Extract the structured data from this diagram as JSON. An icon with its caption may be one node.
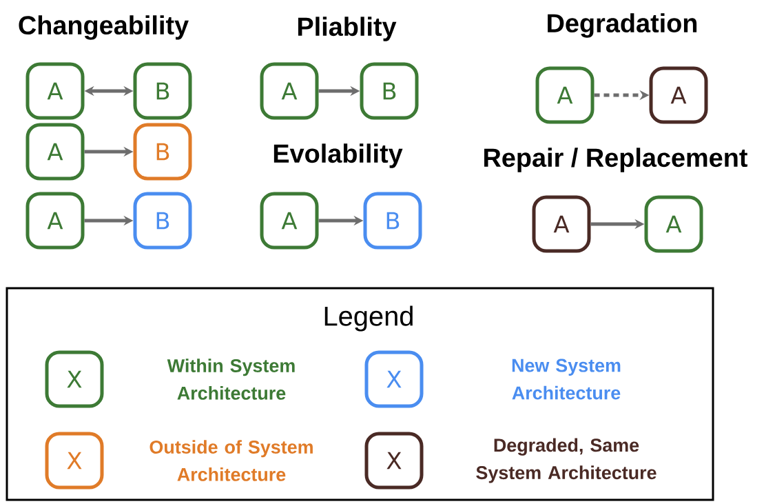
{
  "diagram": {
    "nodes": [
      {
        "text": [
          "A"
        ]
      },
      {
        "text": [
          "B"
        ]
      },
      {
        "text": [
          "A"
        ]
      },
      {
        "text": [
          "B"
        ]
      },
      {
        "text": [
          "A"
        ]
      },
      {
        "text": [
          "B"
        ]
      },
      {
        "text": [
          "A"
        ]
      },
      {
        "text": [
          "B"
        ]
      },
      {
        "text": [
          "A"
        ]
      },
      {
        "text": [
          "B"
        ]
      },
      {
        "text": [
          "A"
        ]
      },
      {
        "text": [
          "A"
        ]
      },
      {
        "text": [
          "A"
        ]
      },
      {
        "text": [
          "A"
        ]
      }
    ],
    "edges": [
      {
        "from": 0,
        "to": 1,
        "arrow": "both"
      },
      {
        "from": 2,
        "to": 3,
        "arrow": "to"
      },
      {
        "from": 4,
        "to": 5,
        "arrow": "to"
      },
      {
        "from": 6,
        "to": 7,
        "arrow": "to"
      },
      {
        "from": 8,
        "to": 9,
        "arrow": "to"
      },
      {
        "from": 10,
        "to": 11,
        "arrow": "to",
        "style": "dashed"
      },
      {
        "from": 12,
        "to": 13,
        "arrow": "to"
      }
    ],
    "labels": [
      "Changeability",
      "Pliablity",
      "Degradation",
      "Evolability",
      "Repair / Replacement",
      "Legend",
      "X",
      "X",
      "X",
      "X"
    ],
    "legend": [
      {
        "text": "Within System Architecture",
        "color": "#3d7a35"
      },
      {
        "text": "New System Architecture",
        "color": "#4a8df0"
      },
      {
        "text": "Outside of System Architecture",
        "color": "#e07b28"
      },
      {
        "text": "Degraded, Same System Architecture",
        "color": "#4a2a25"
      }
    ]
  }
}
